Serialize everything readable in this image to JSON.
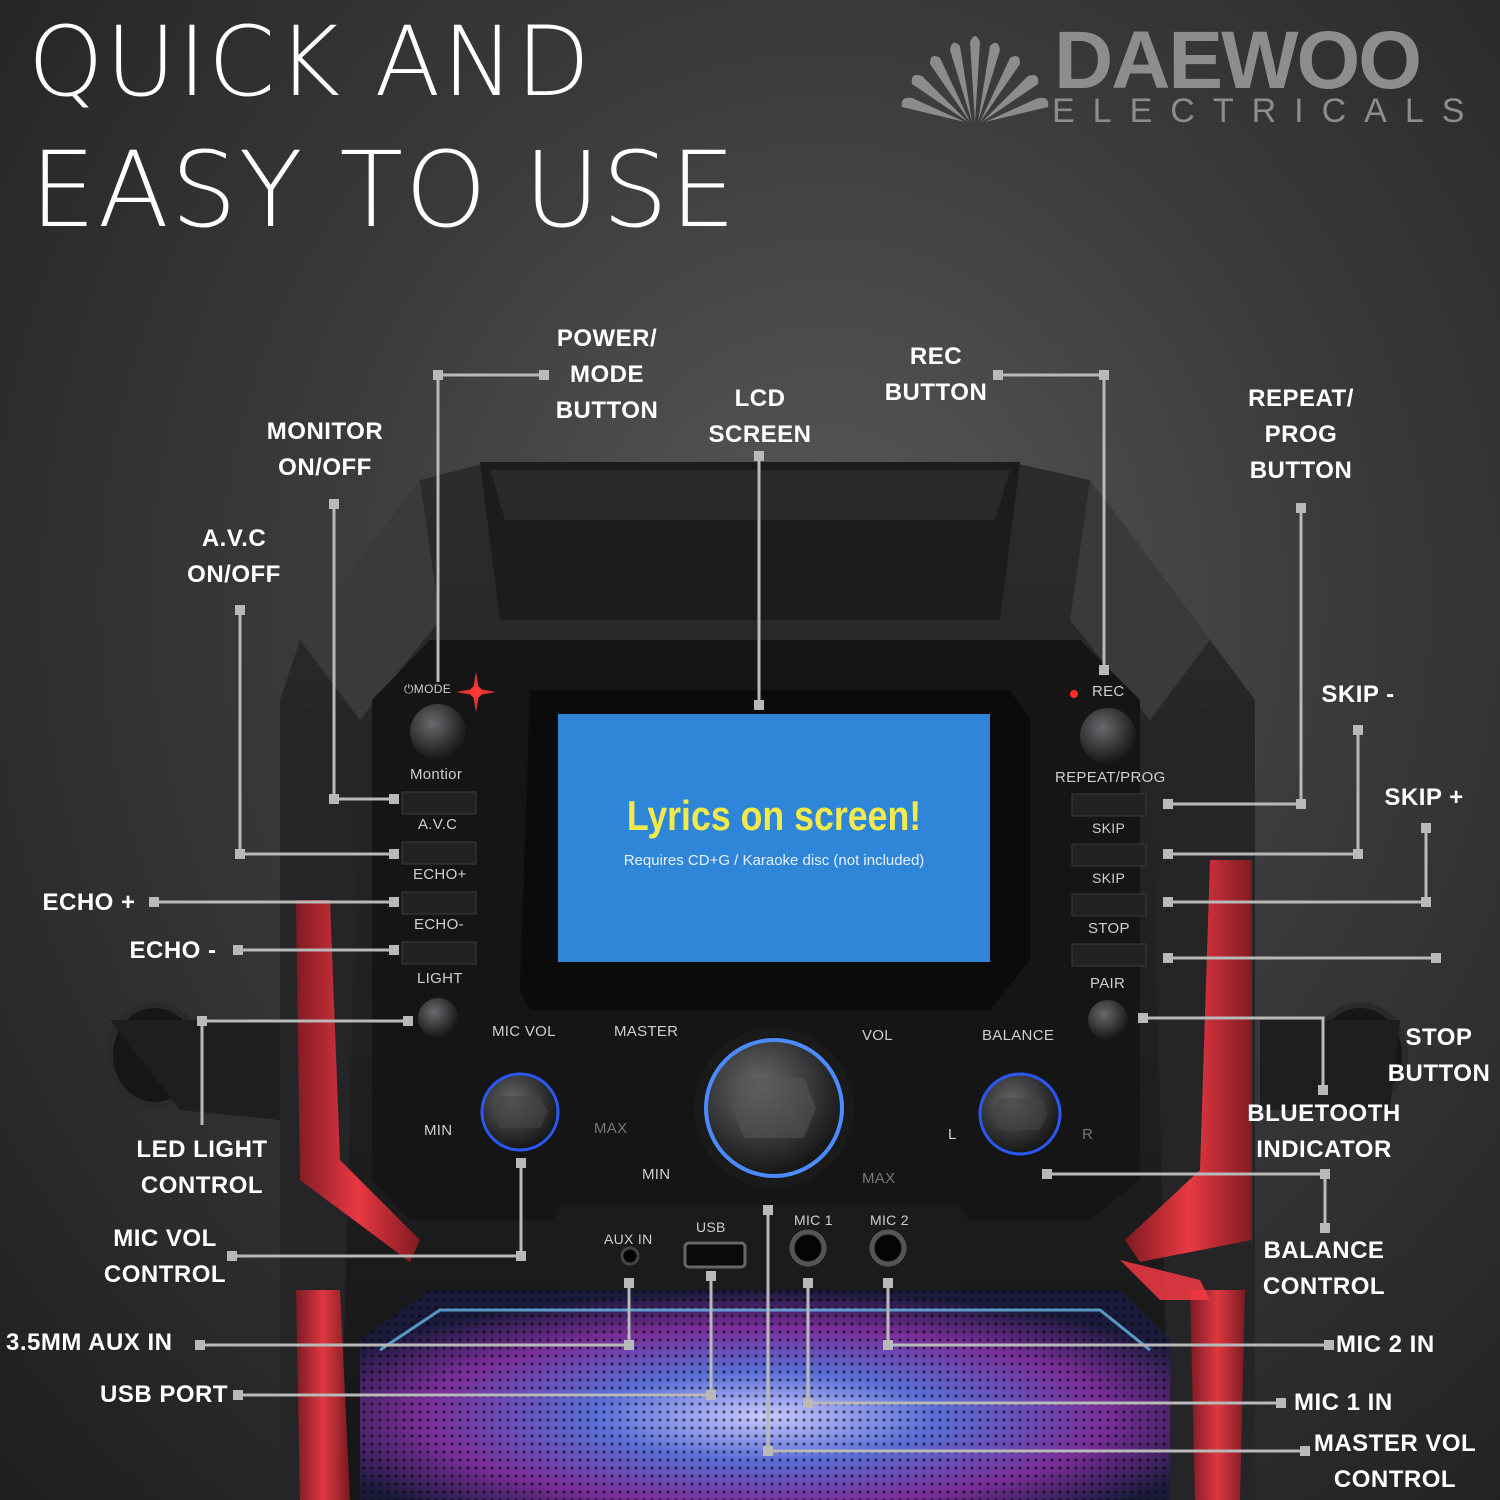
{
  "headline": {
    "line1": "QUICK AND",
    "line2": "EASY TO USE"
  },
  "brand": {
    "name": "DAEWOO",
    "tagline": "ELECTRICALS"
  },
  "screen": {
    "title": "Lyrics on screen!",
    "subtitle": "Requires CD+G / Karaoke disc (not included)"
  },
  "device_labels": {
    "mode": "⏻MODE",
    "monitor": "Montior",
    "avc": "A.V.C",
    "echo_plus": "ECHO+",
    "echo_minus": "ECHO-",
    "light": "LIGHT",
    "rec": "REC",
    "repeat_prog": "REPEAT/PROG",
    "skip1": "SKIP",
    "skip2": "SKIP",
    "stop": "STOP",
    "pair": "PAIR",
    "mic_vol": "MIC VOL",
    "master": "MASTER",
    "vol": "VOL",
    "balance": "BALANCE",
    "min1": "MIN",
    "max1": "MAX",
    "min2": "MIN",
    "max2": "MAX",
    "l": "L",
    "r": "R",
    "aux_in": "AUX IN",
    "usb": "USB",
    "mic1": "MIC 1",
    "mic2": "MIC 2"
  },
  "callouts": {
    "power_mode": [
      "POWER/",
      "MODE",
      "BUTTON"
    ],
    "lcd_screen": [
      "LCD",
      "SCREEN"
    ],
    "rec_button": [
      "REC",
      "BUTTON"
    ],
    "repeat_prog_button": [
      "REPEAT/",
      "PROG",
      "BUTTON"
    ],
    "monitor": [
      "MONITOR",
      "ON/OFF"
    ],
    "avc": [
      "A.V.C",
      "ON/OFF"
    ],
    "skip_minus": "SKIP -",
    "skip_plus": "SKIP +",
    "echo_plus": "ECHO +",
    "echo_minus": "ECHO -",
    "stop_button": [
      "STOP",
      "BUTTON"
    ],
    "bluetooth": [
      "BLUETOOTH",
      "INDICATOR"
    ],
    "led_light": [
      "LED LIGHT",
      "CONTROL"
    ],
    "mic_vol": [
      "MIC VOL",
      "CONTROL"
    ],
    "balance": [
      "BALANCE",
      "CONTROL"
    ],
    "aux_in": "3.5MM AUX IN",
    "usb_port": "USB PORT",
    "mic2_in": "MIC 2 IN",
    "mic1_in": "MIC 1 IN",
    "master_vol": [
      "MASTER VOL",
      "CONTROL"
    ]
  },
  "colors": {
    "accent_red": "#e0202a",
    "screen_blue": "#2f86d8",
    "lyrics_yellow": "#f2e94a",
    "leader": "#b9b9b9"
  }
}
